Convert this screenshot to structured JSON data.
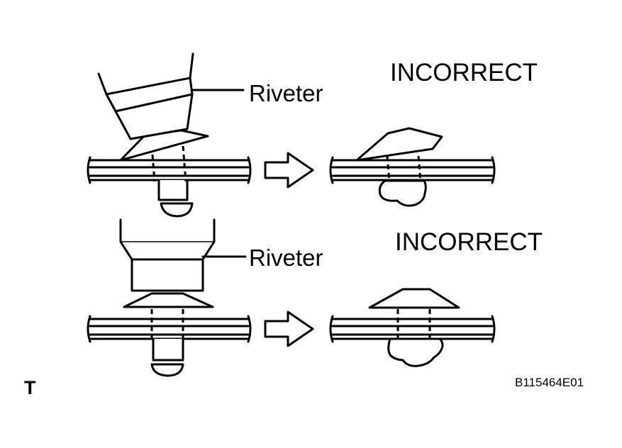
{
  "labels": {
    "top_riveter": "Riveter",
    "top_status": "INCORRECT",
    "bottom_riveter": "Riveter",
    "bottom_status": "INCORRECT",
    "figure_code": "B115464E01",
    "corner_mark": "T"
  },
  "icons": {
    "arrow": "right-hollow-arrow"
  }
}
